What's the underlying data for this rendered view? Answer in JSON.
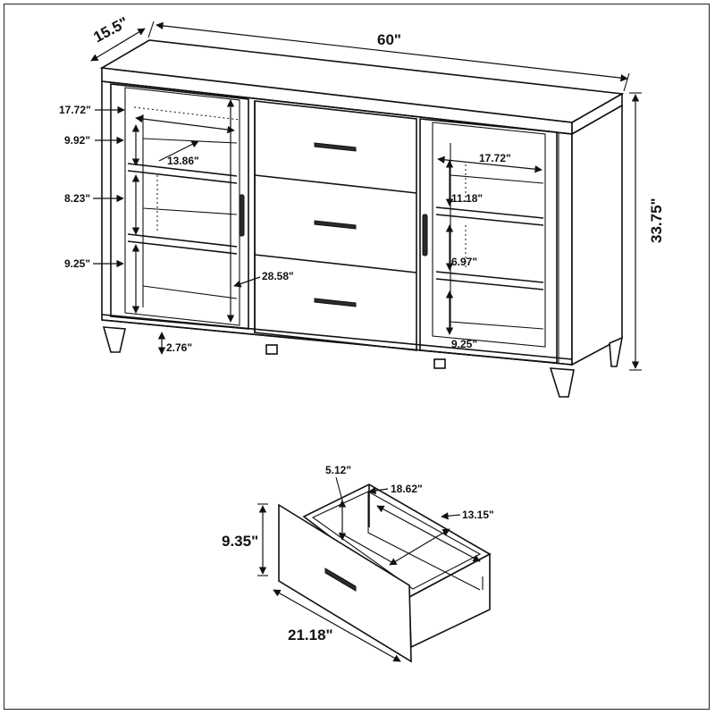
{
  "cabinet": {
    "width_label": "60\"",
    "depth_label": "15.5\"",
    "height_label": "33.75\"",
    "left_side": {
      "shelf_depth": "17.72\"",
      "shelf_gap_top": "9.92\"",
      "shelf_width": "13.86\"",
      "shelf_gap_mid": "8.23\"",
      "shelf_gap_bottom": "9.25\""
    },
    "drawer_bank_height": "28.58\"",
    "leg_height": "2.76\"",
    "right_side": {
      "shelf_width": "17.72\"",
      "shelf_gap_top": "11.18\"",
      "shelf_gap_mid": "6.97\"",
      "shelf_gap_bottom": "9.25\""
    }
  },
  "drawer": {
    "interior_height": "5.12\"",
    "interior_depth": "18.62\"",
    "interior_width": "13.15\"",
    "front_height": "9.35\"",
    "front_width": "21.18\""
  }
}
